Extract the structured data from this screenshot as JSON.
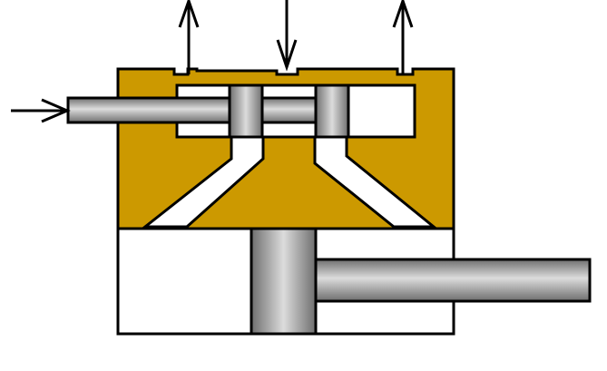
{
  "diagram": {
    "kind": "spool valve and cylinder schematic",
    "text_labels": []
  },
  "colors": {
    "valve_body": "#cc9900",
    "outline": "#000000",
    "cavity": "#ffffff",
    "steel_dark": "#6e6e6e",
    "steel_light": "#d2d2d2"
  },
  "arrows": [
    {
      "id": "input-arrow",
      "direction": "right"
    },
    {
      "id": "exhaust-left-arrow",
      "direction": "up"
    },
    {
      "id": "supply-arrow",
      "direction": "down"
    },
    {
      "id": "exhaust-right-arrow",
      "direction": "up"
    }
  ],
  "parts": [
    "valve-body",
    "spool-rod",
    "spool-land-left",
    "spool-land-right",
    "cylinder",
    "piston",
    "piston-rod"
  ]
}
